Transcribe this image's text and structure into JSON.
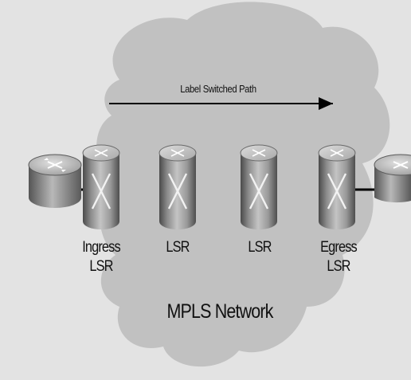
{
  "diagram": {
    "lsp_label": "Label Switched Path",
    "network_label": "MPLS Network",
    "nodes": [
      {
        "id": "left-router",
        "kind": "router",
        "label": ""
      },
      {
        "id": "ingress-lsr",
        "kind": "lsr",
        "label_line1": "Ingress",
        "label_line2": "LSR"
      },
      {
        "id": "lsr-1",
        "kind": "lsr",
        "label": "LSR"
      },
      {
        "id": "lsr-2",
        "kind": "lsr",
        "label": "LSR"
      },
      {
        "id": "egress-lsr",
        "kind": "lsr",
        "label_line1": "Egress",
        "label_line2": "LSR"
      },
      {
        "id": "right-router",
        "kind": "router",
        "label": ""
      }
    ],
    "colors": {
      "background": "#e3e3e3",
      "cloud": "#c1c1c1",
      "device_body": "#8a8a8a",
      "text": "#111111"
    }
  }
}
